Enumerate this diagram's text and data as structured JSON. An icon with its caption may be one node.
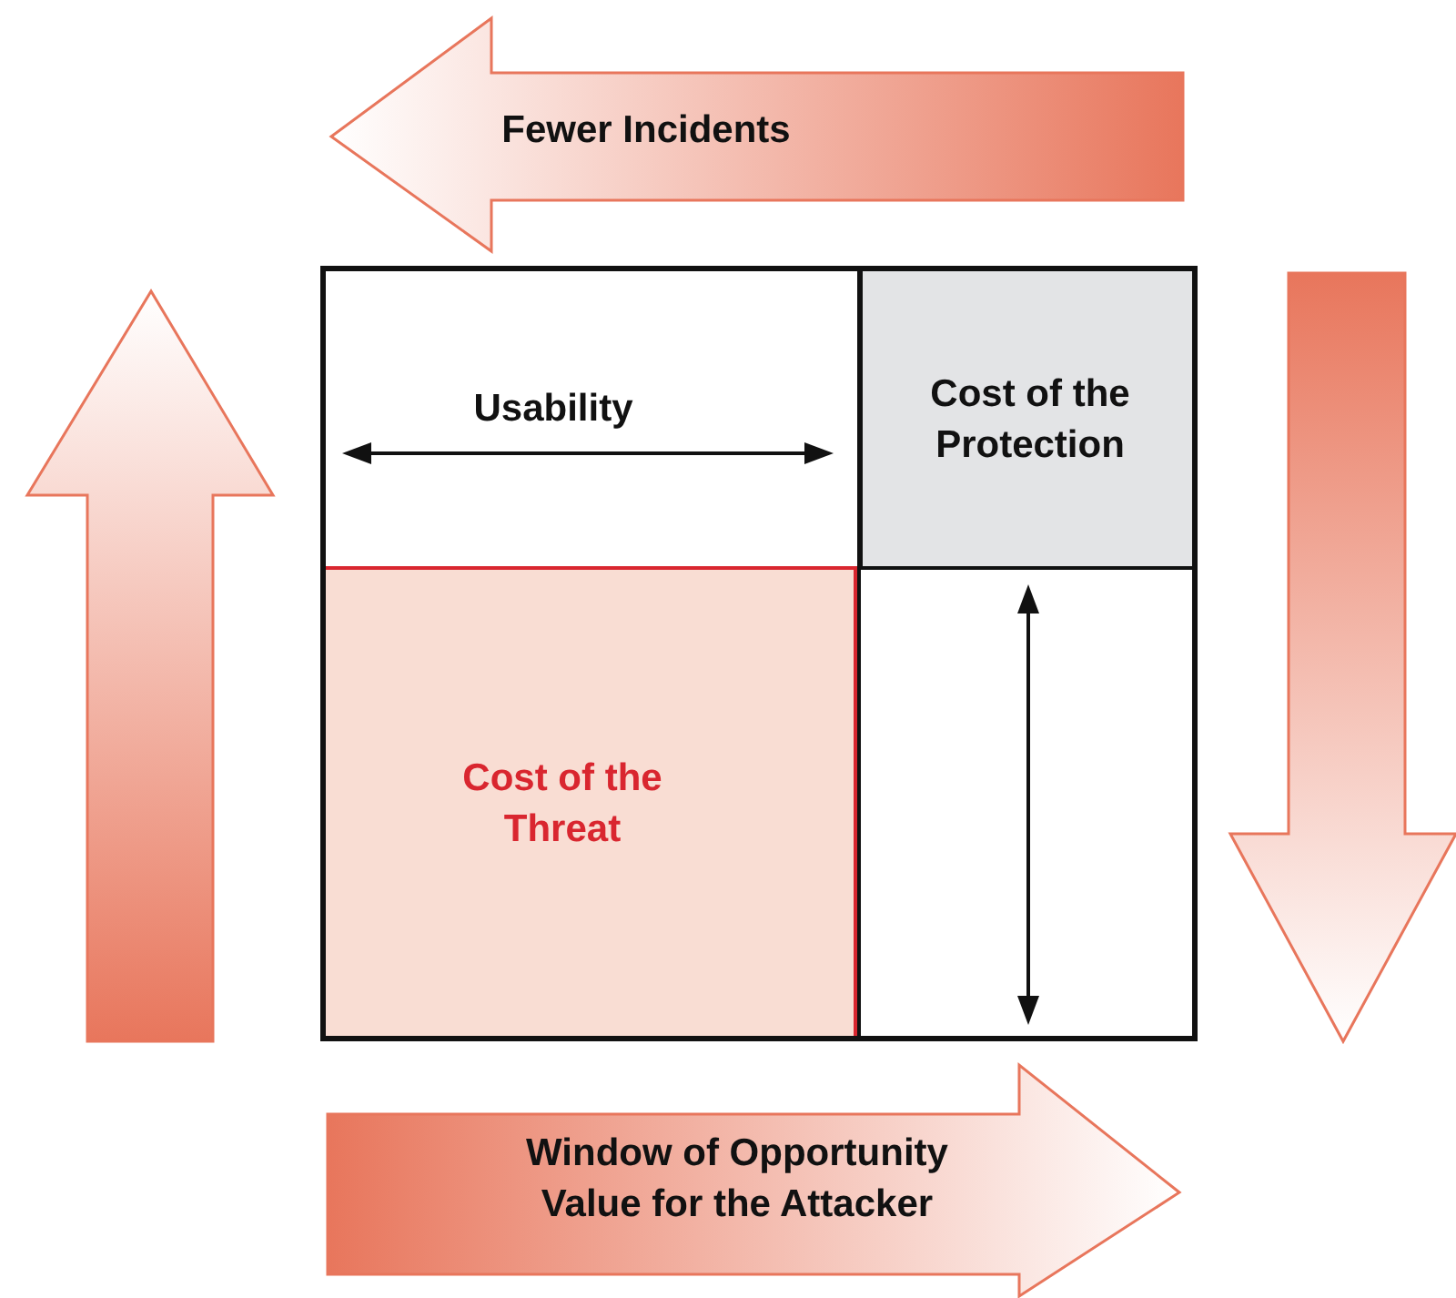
{
  "diagram": {
    "nodes": [
      {
        "text": [
          "Usability"
        ]
      },
      {
        "text": [
          "Cost of the Protection"
        ]
      },
      {
        "text": [
          "Cost of the Threat"
        ]
      },
      {
        "text": [],
        "shape": "box"
      }
    ],
    "labels": [
      "Fewer Incidents",
      "Window of Opportunity Value for the Attacker"
    ]
  }
}
